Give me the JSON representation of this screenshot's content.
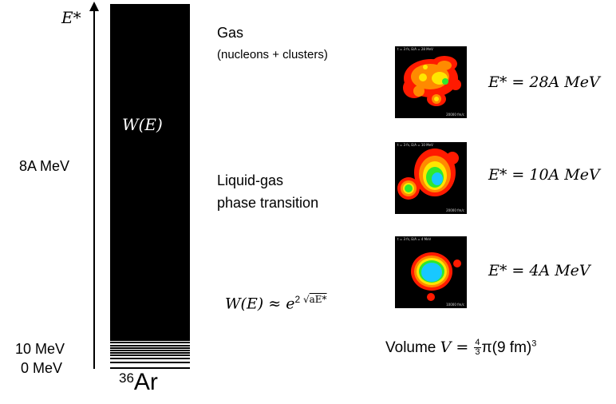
{
  "axis": {
    "label": "E*",
    "tick_8A": "8A MeV",
    "tick_10": "10 MeV",
    "tick_0": "0 MeV"
  },
  "bar": {
    "label": "W(E)",
    "nucleus_mass": "36",
    "nucleus_symbol": "Ar"
  },
  "phases": {
    "gas_title": "Gas",
    "gas_sub": "(nucleons + clusters)",
    "liquid_gas_line1": "Liquid-gas",
    "liquid_gas_line2": "phase transition"
  },
  "formula": {
    "lhs": "W(E) ≈ e",
    "exp_coeff": "2",
    "exp_sqrt": "aE*"
  },
  "snapshots": [
    {
      "energy_label": "E* = 28A MeV",
      "header": "t = 3 fs, E/A = 28 MeV",
      "footer": "20000 fm/c"
    },
    {
      "energy_label": "E* = 10A MeV",
      "header": "t = 3 fs, E/A = 10 MeV",
      "footer": "20000 fm/c"
    },
    {
      "energy_label": "E* = 4A MeV",
      "header": "t = 3 fs, E/A = 4 MeV",
      "footer": "10000 fm/c"
    }
  ],
  "volume": {
    "prefix": "Volume ",
    "var": "V",
    "eq": " = ",
    "frac_num": "4",
    "frac_den": "3",
    "rest": "π(9 fm)",
    "exp": "3"
  },
  "colors": {
    "bar": "#000000",
    "gas_red": "#ff1a00",
    "orange": "#ff8a00",
    "yellow": "#ffe600",
    "green": "#2ee82e",
    "cyan": "#18c8ff"
  }
}
